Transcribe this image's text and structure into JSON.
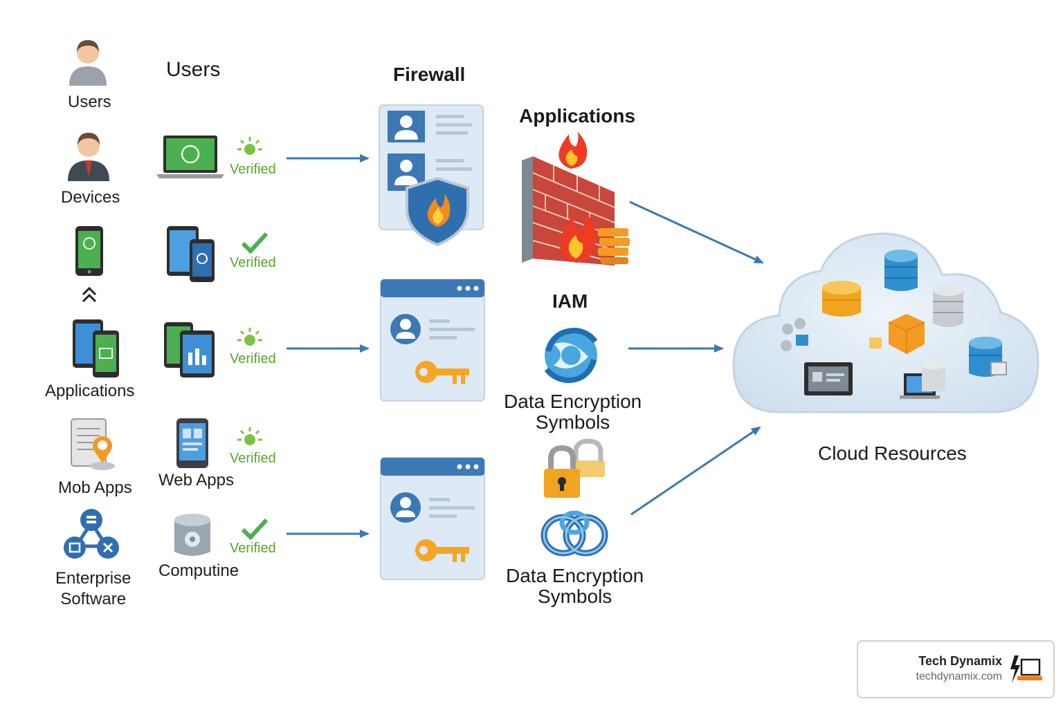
{
  "columns": {
    "left_labels": [
      "Users",
      "Devices",
      "Applications",
      "Mob Apps",
      "Enterprise\nSoftware"
    ],
    "users_header": "Users",
    "mid_labels": [
      "Web Apps",
      "Computine"
    ],
    "verified": [
      "Verified",
      "Verified",
      "Verified",
      "Verified",
      "Verified"
    ]
  },
  "center": {
    "firewall_header": "Firewall"
  },
  "right": {
    "applications_header": "Applications",
    "iam_header": "IAM",
    "encryption_1": "Data Encryption\nSymbols",
    "encryption_2": "Data Encryption\nSymbols",
    "cloud_label": "Cloud Resources"
  },
  "brand": {
    "name": "Tech Dynamix",
    "url": "techdynamix.com"
  },
  "colors": {
    "arrow": "#3b78b5",
    "verified_green": "#5aa52a",
    "card_header": "#3b78b5",
    "cloud_fill": "#dbe8f3",
    "brand_accent": "#f07d1e"
  }
}
